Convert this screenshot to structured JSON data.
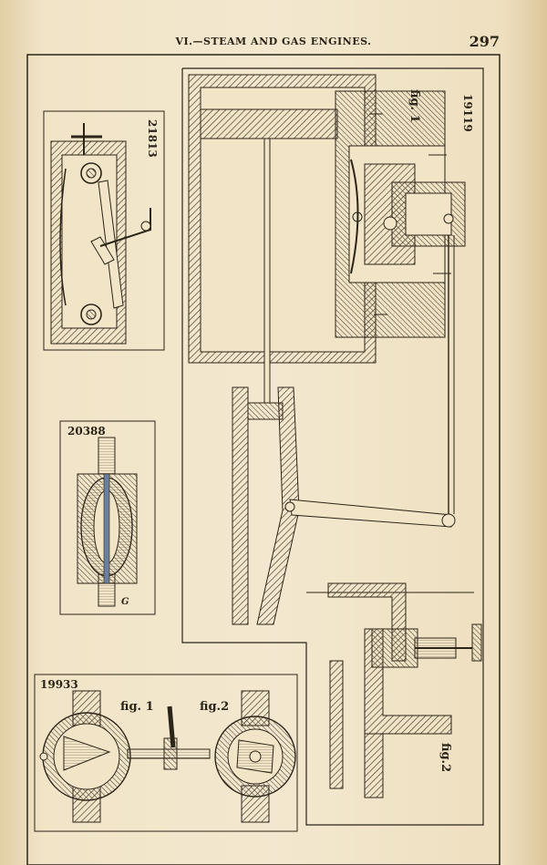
{
  "header": {
    "title": "VI.—STEAM AND GAS ENGINES.",
    "page_number": "297"
  },
  "figures": {
    "f19119": {
      "patent": "19119",
      "fig1": "fig. 1",
      "fig2": "fig.2"
    },
    "f21813": {
      "patent": "21813"
    },
    "f20388": {
      "patent": "20388",
      "letter_g": "G"
    },
    "f19933": {
      "patent": "19933",
      "fig1": "fig. 1",
      "fig2": "fig.2"
    }
  },
  "colors": {
    "ink": "#2b2418",
    "paper": "#f1e4c7",
    "hatch": "#4a3f2c"
  }
}
